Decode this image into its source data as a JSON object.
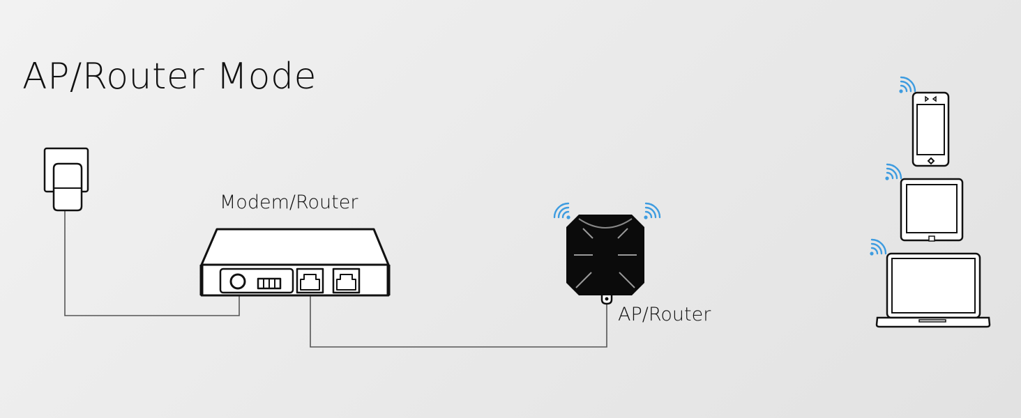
{
  "title": "AP/Router Mode",
  "nodes": {
    "modem_router": {
      "label": "Modem/Router"
    },
    "ap_router": {
      "label": "AP/Router"
    }
  },
  "colors": {
    "wifi": "#3e9ce0",
    "line": "#555555",
    "device_stroke": "#111111",
    "ap_body": "#0b0b0b"
  },
  "icons": [
    "power-socket-icon",
    "modem-router-icon",
    "ap-router-icon",
    "wifi-signal-icon",
    "smartphone-icon",
    "tablet-icon",
    "laptop-icon"
  ]
}
